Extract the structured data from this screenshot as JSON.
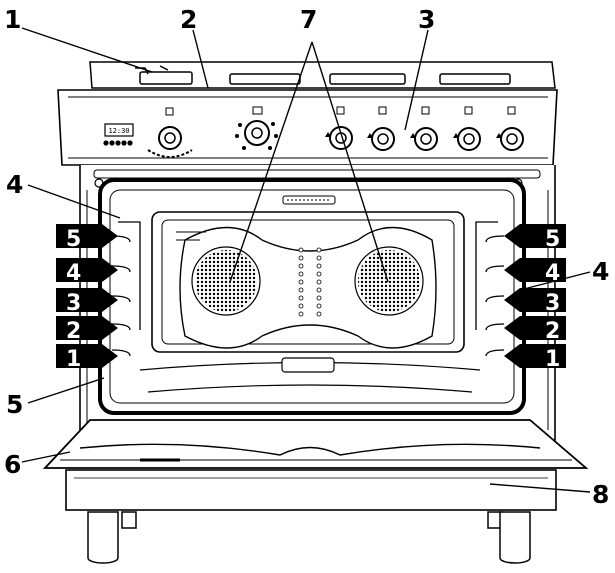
{
  "callouts": {
    "c1": "1",
    "c2": "2",
    "c3": "3",
    "c4_left": "4",
    "c4_right": "4",
    "c5": "5",
    "c6": "6",
    "c7": "7",
    "c8": "8"
  },
  "shelf_levels": {
    "left": [
      "5",
      "4",
      "3",
      "2",
      "1"
    ],
    "right": [
      "5",
      "4",
      "3",
      "2",
      "1"
    ]
  },
  "clock": "12:30",
  "colors": {
    "line": "#000000",
    "fill": "#ffffff",
    "label_fill": "#000000",
    "label_text": "#ffffff"
  }
}
